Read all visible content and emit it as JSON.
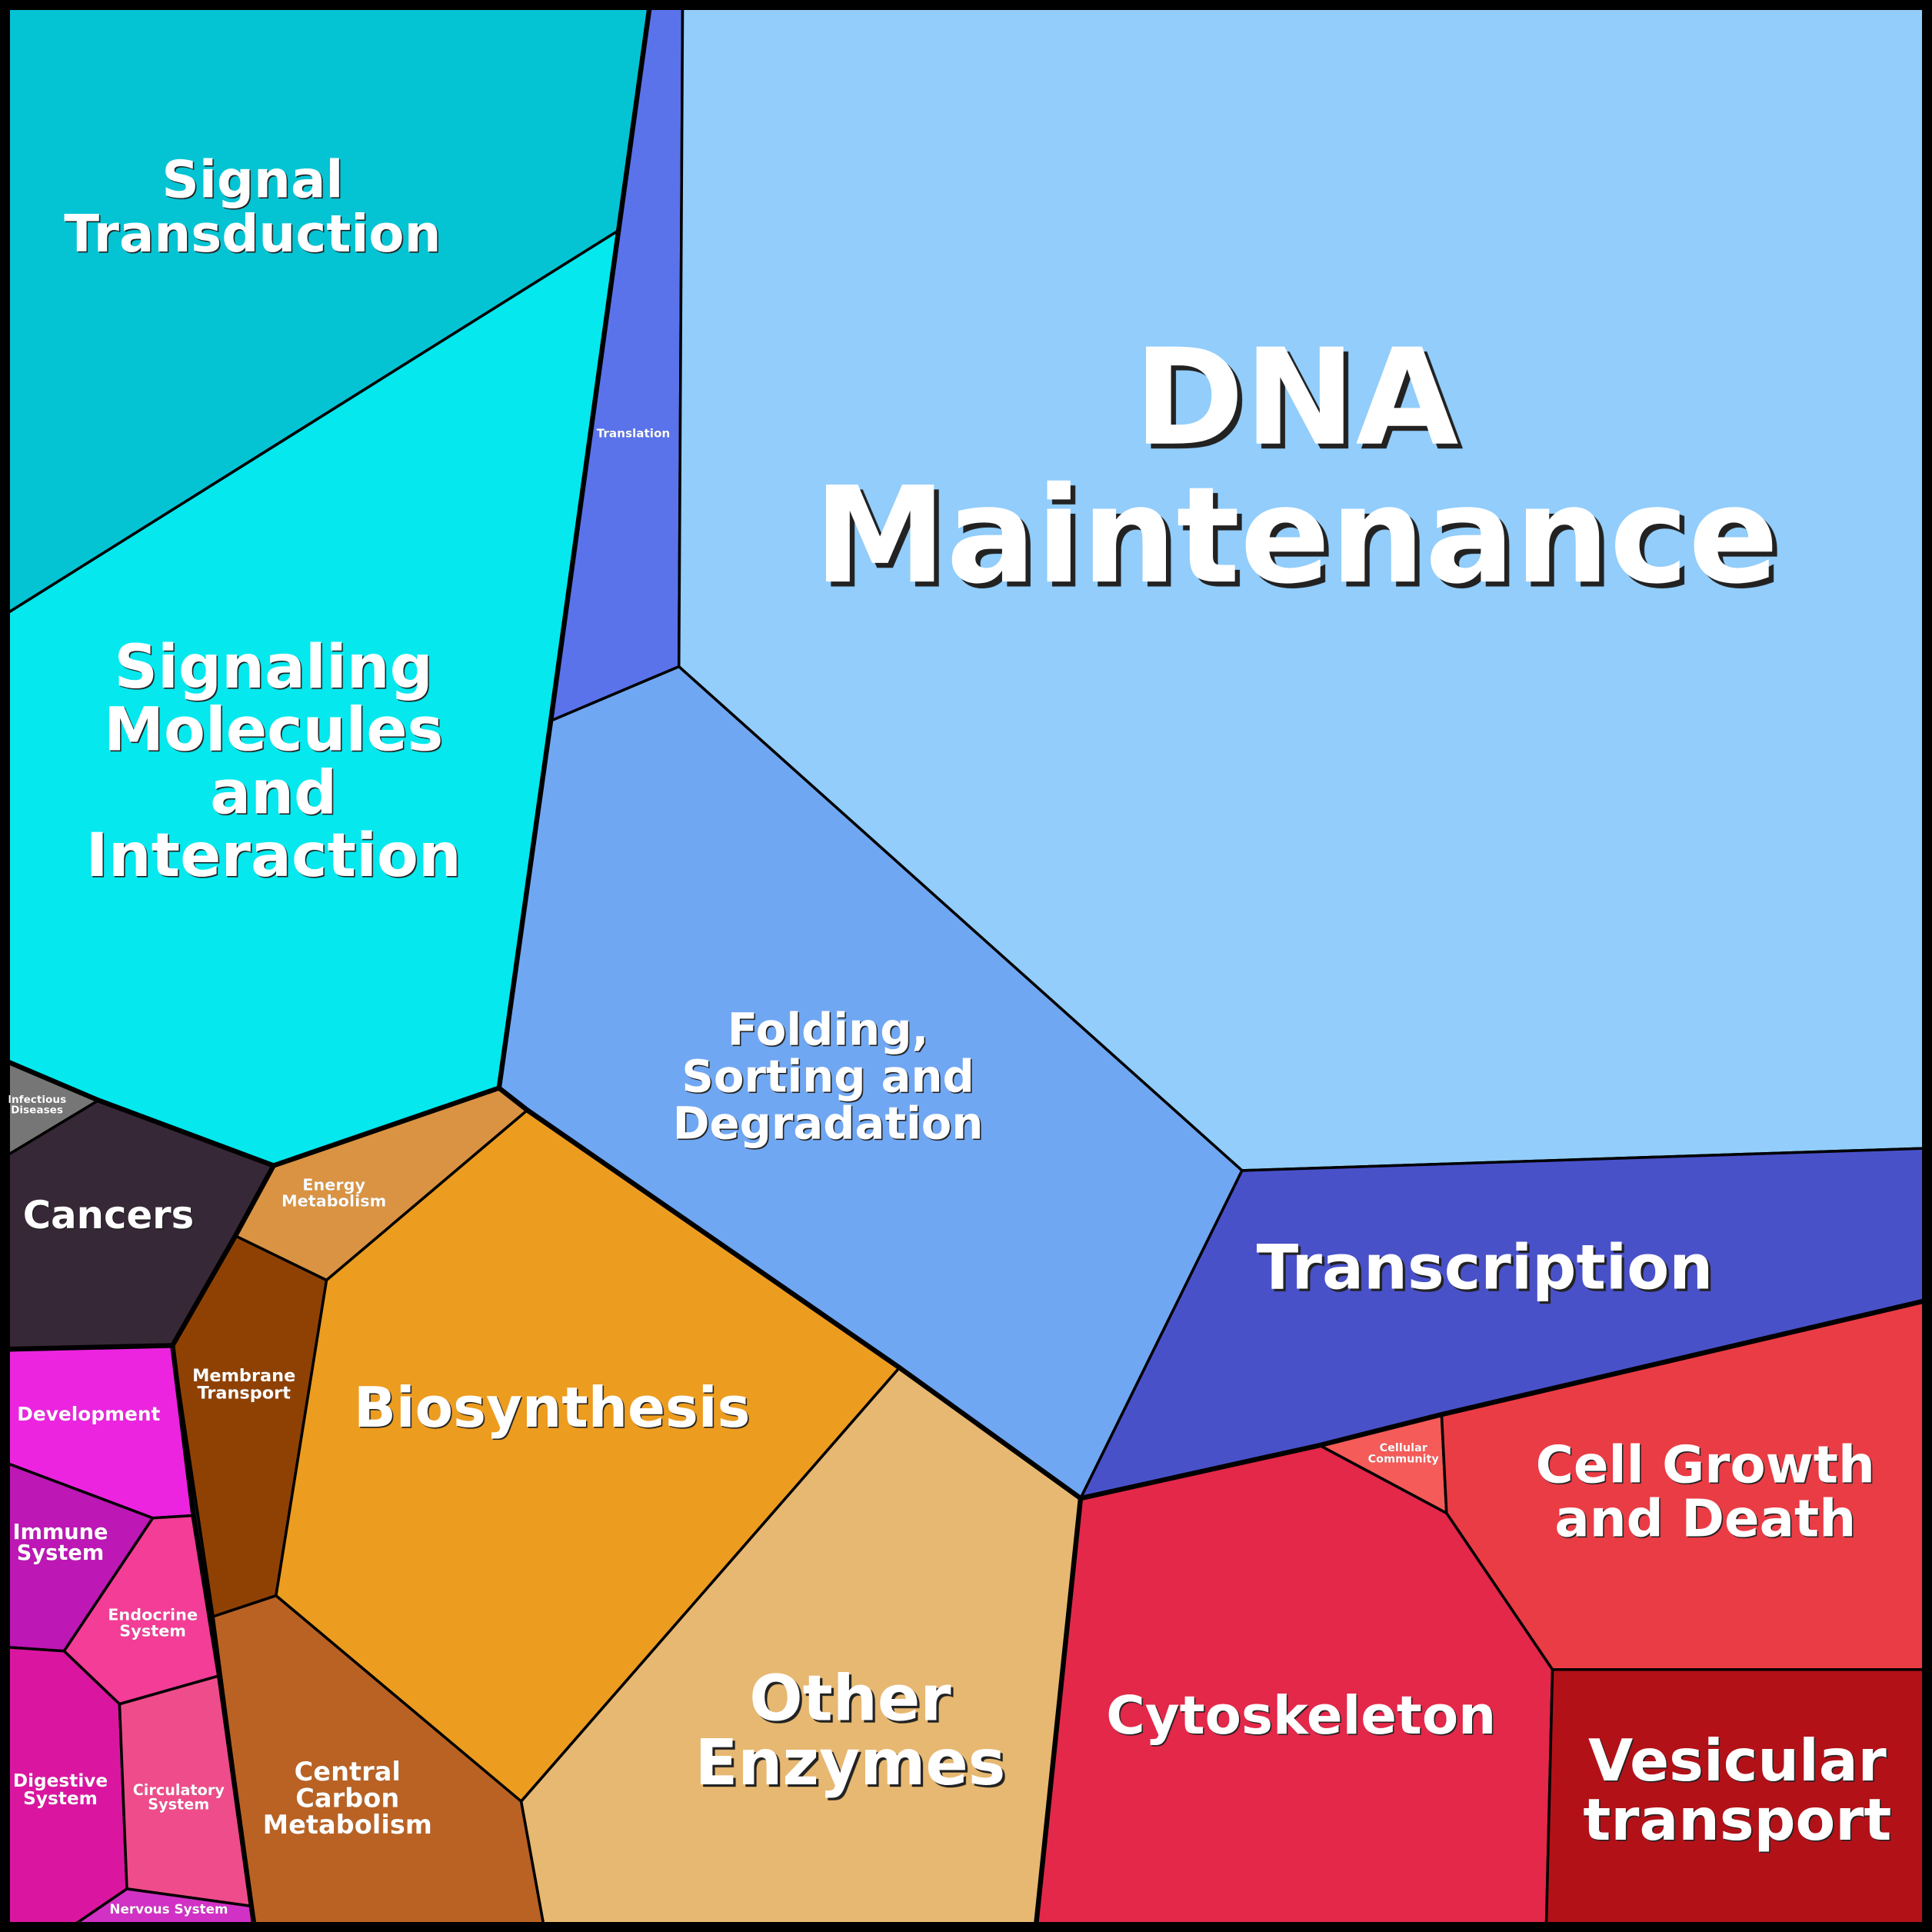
{
  "title": "KEGG functional categories Voronoi treemap",
  "cells": [
    {
      "id": "signal-transduction",
      "lines": [
        "Signal",
        "Transduction"
      ],
      "color": "#04C4D4",
      "group": "environmental"
    },
    {
      "id": "translation",
      "lines": [
        "Translation"
      ],
      "color": "#5A73EA",
      "group": "genetic"
    },
    {
      "id": "dna-maintenance",
      "lines": [
        "DNA",
        "Maintenance"
      ],
      "color": "#92CDFB",
      "group": "genetic"
    },
    {
      "id": "signaling-molecules",
      "lines": [
        "Signaling",
        "Molecules",
        "and",
        "Interaction"
      ],
      "color": "#04E8EE",
      "group": "environmental"
    },
    {
      "id": "folding",
      "lines": [
        "Folding,",
        "Sorting and",
        "Degradation"
      ],
      "color": "#70A7F2",
      "group": "genetic"
    },
    {
      "id": "transcription",
      "lines": [
        "Transcription"
      ],
      "color": "#4951C9",
      "group": "genetic"
    },
    {
      "id": "infectious-diseases",
      "lines": [
        "Infectious",
        "Diseases"
      ],
      "color": "#767676",
      "group": "disease"
    },
    {
      "id": "cancers",
      "lines": [
        "Cancers"
      ],
      "color": "#372837",
      "group": "disease"
    },
    {
      "id": "energy-metabolism",
      "lines": [
        "Energy",
        "Metabolism"
      ],
      "color": "#D99343",
      "group": "metabolism"
    },
    {
      "id": "membrane-transport",
      "lines": [
        "Membrane",
        "Transport"
      ],
      "color": "#8F4104",
      "group": "metabolism"
    },
    {
      "id": "biosynthesis",
      "lines": [
        "Biosynthesis"
      ],
      "color": "#EC9C1F",
      "group": "metabolism"
    },
    {
      "id": "development",
      "lines": [
        "Development"
      ],
      "color": "#EC24E0",
      "group": "organismal"
    },
    {
      "id": "immune-system",
      "lines": [
        "Immune",
        "System"
      ],
      "color": "#BD17B5",
      "group": "organismal"
    },
    {
      "id": "endocrine-system",
      "lines": [
        "Endocrine",
        "System"
      ],
      "color": "#F33D97",
      "group": "organismal"
    },
    {
      "id": "digestive-system",
      "lines": [
        "Digestive",
        "System"
      ],
      "color": "#DA16A0",
      "group": "organismal"
    },
    {
      "id": "circulatory-system",
      "lines": [
        "Circulatory",
        "System"
      ],
      "color": "#EF4C8B",
      "group": "organismal"
    },
    {
      "id": "nervous-system",
      "lines": [
        "Nervous System"
      ],
      "color": "#D231C5",
      "group": "organismal"
    },
    {
      "id": "central-carbon-metabolism",
      "lines": [
        "Central",
        "Carbon",
        "Metabolism"
      ],
      "color": "#B96224",
      "group": "metabolism"
    },
    {
      "id": "other-enzymes",
      "lines": [
        "Other",
        "Enzymes"
      ],
      "color": "#E7B871",
      "group": "metabolism"
    },
    {
      "id": "cytoskeleton",
      "lines": [
        "Cytoskeleton"
      ],
      "color": "#E3284A",
      "group": "cellular"
    },
    {
      "id": "cellular-community",
      "lines": [
        "Cellular",
        "Community"
      ],
      "color": "#F55B58",
      "group": "cellular"
    },
    {
      "id": "cell-growth-and-death",
      "lines": [
        "Cell Growth",
        "and Death"
      ],
      "color": "#EA3C45",
      "group": "cellular"
    },
    {
      "id": "vesicular-transport",
      "lines": [
        "Vesicular",
        "transport"
      ],
      "color": "#B31118",
      "group": "cellular"
    }
  ]
}
